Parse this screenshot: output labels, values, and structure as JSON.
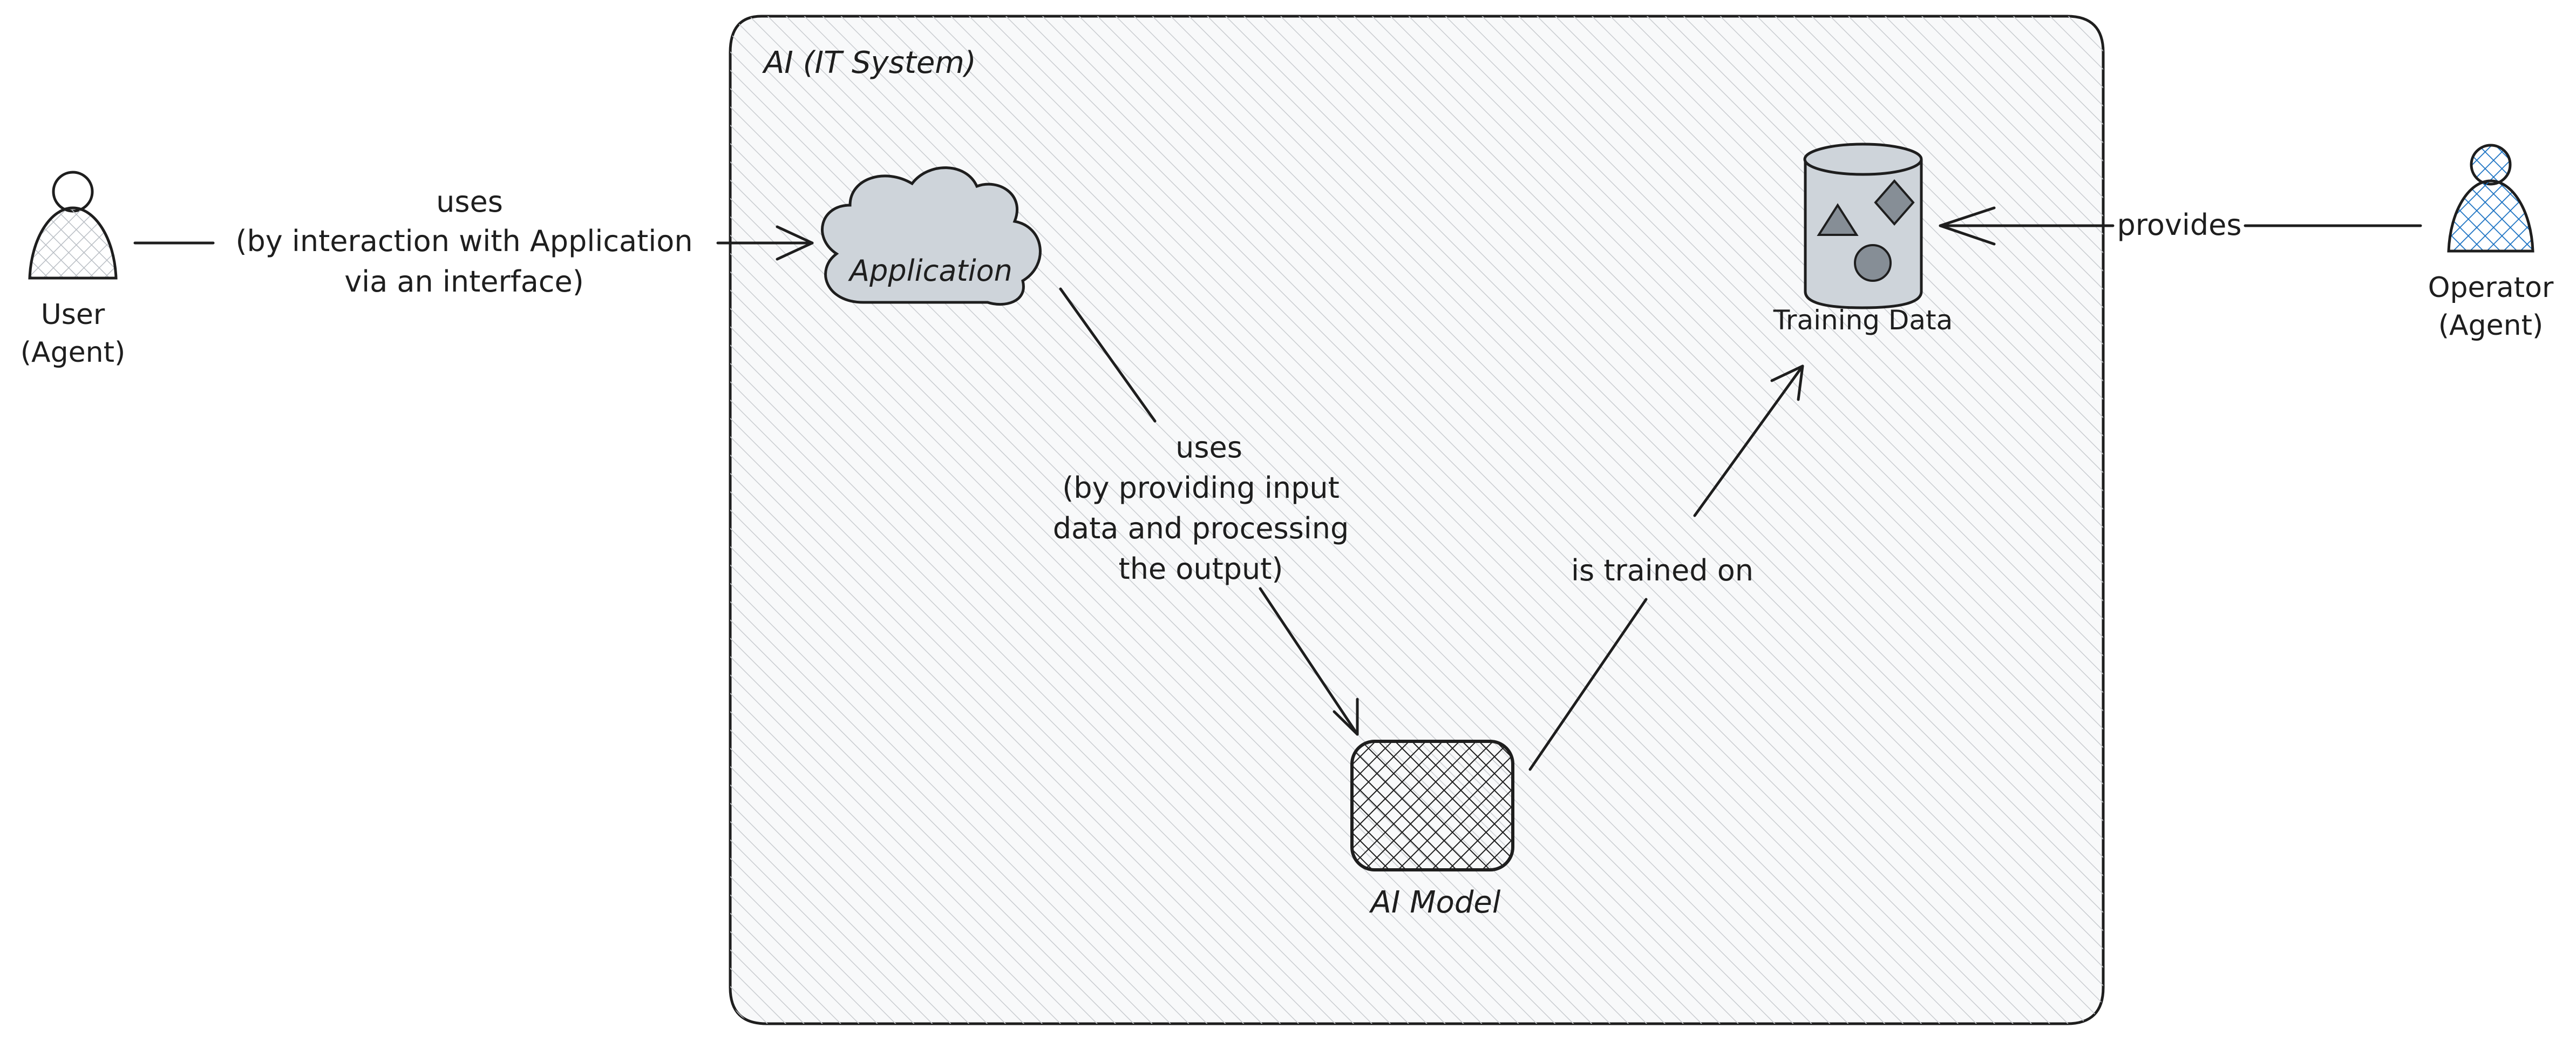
{
  "diagram": {
    "system": {
      "title": "AI (IT System)"
    },
    "nodes": {
      "user": {
        "label_line1": "User",
        "label_line2": "(Agent)"
      },
      "application": {
        "label": "Application"
      },
      "ai_model": {
        "label": "AI Model"
      },
      "training_data": {
        "label": "Training Data"
      },
      "operator": {
        "label_line1": "Operator",
        "label_line2": "(Agent)"
      }
    },
    "edges": {
      "user_to_application": {
        "line1": "uses",
        "line2": "(by interaction with Application",
        "line3": "via an interface)"
      },
      "application_to_model": {
        "line1": "uses",
        "line2": "(by providing input",
        "line3": "data and processing",
        "line4": "the output)"
      },
      "model_to_training_data": {
        "label": "is trained on"
      },
      "operator_to_training_data": {
        "label": "provides"
      }
    },
    "colors": {
      "ink": "#1e1e1e",
      "system_fill": "#f8f9fa",
      "node_gray": "#ced4da",
      "operator_blue": "#1971c2"
    }
  }
}
